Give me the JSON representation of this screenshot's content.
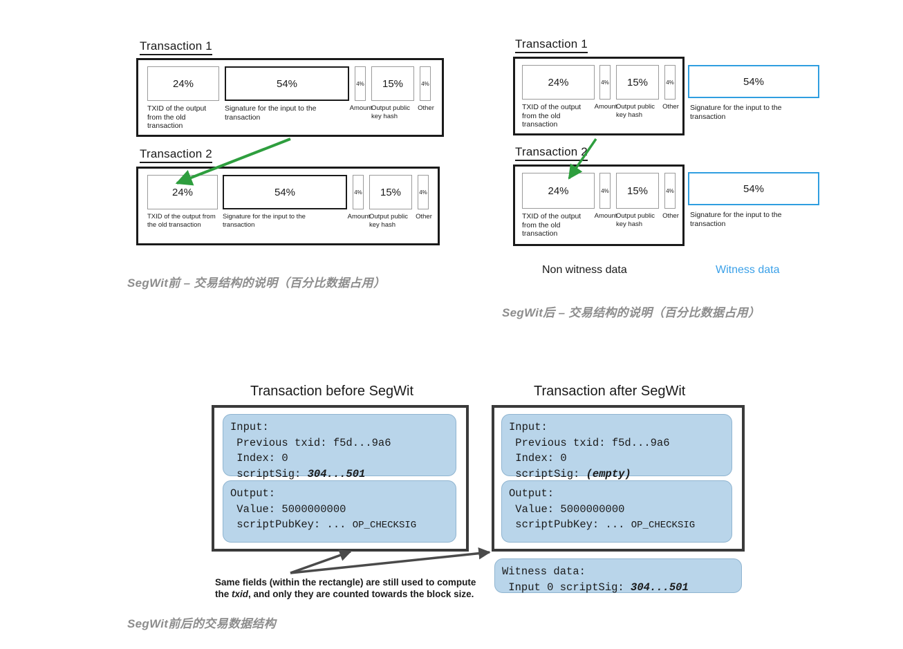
{
  "diagram": {
    "caption_before": "SegWit前 – 交易结构的说明（百分比数据占用）",
    "caption_after": "SegWit后 – 交易结构的说明（百分比数据占用）",
    "caption_bottom": "SegWit前后的交易数据结构",
    "accent_blue": "#2f9ee0",
    "label_blue": "#3aa0e8",
    "arrow_green": "#2e9e3e",
    "code_fill": "#b9d5ea"
  },
  "left_panel": {
    "tx1_title": "Transaction 1",
    "tx2_title": "Transaction 2",
    "segments": [
      {
        "pct": "24%",
        "label": "TXID of the output from the old transaction"
      },
      {
        "pct": "54%",
        "label": "Signature for the input to the transaction"
      },
      {
        "pct": "4%",
        "label": "Amount"
      },
      {
        "pct": "15%",
        "label": "Output public key hash"
      },
      {
        "pct": "4%",
        "label": "Other"
      }
    ]
  },
  "right_panel": {
    "tx1_title": "Transaction 1",
    "tx2_title": "Transaction 2",
    "non_witness_segments": [
      {
        "pct": "24%",
        "label": "TXID of the output from the old transaction"
      },
      {
        "pct": "4%",
        "label": "Amount"
      },
      {
        "pct": "15%",
        "label": "Output public key hash"
      },
      {
        "pct": "4%",
        "label": "Other"
      }
    ],
    "witness_segment": {
      "pct": "54%",
      "label": "Signature for the input to the transaction"
    },
    "non_witness_footer": "Non witness data",
    "witness_footer": "Witness data"
  },
  "bottom": {
    "before_title": "Transaction before SegWit",
    "after_title": "Transaction after SegWit",
    "before_input": {
      "l1": "Input:",
      "l2": " Previous txid: f5d...9a6",
      "l3": " Index: 0",
      "l4_prefix": " scriptSig: ",
      "l4_value": "304...501"
    },
    "before_output": {
      "l1": "Output:",
      "l2": " Value: 5000000000",
      "l3_prefix": " scriptPubKey: ... ",
      "l3_value": "OP_CHECKSIG"
    },
    "after_input": {
      "l1": "Input:",
      "l2": " Previous txid: f5d...9a6",
      "l3": " Index: 0",
      "l4_prefix": " scriptSig: ",
      "l4_value": "(empty)"
    },
    "after_output": {
      "l1": "Output:",
      "l2": " Value: 5000000000",
      "l3_prefix": " scriptPubKey: ... ",
      "l3_value": "OP_CHECKSIG"
    },
    "witness_box": {
      "l1": "Witness data:",
      "l2_prefix": " Input 0 scriptSig: ",
      "l2_value": "304...501"
    },
    "note_line1": "Same fields (within the rectangle) are still used to compute",
    "note_line2_a": "the ",
    "note_line2_italic": "txid",
    "note_line2_b": ", and only they are counted towards the block size."
  }
}
